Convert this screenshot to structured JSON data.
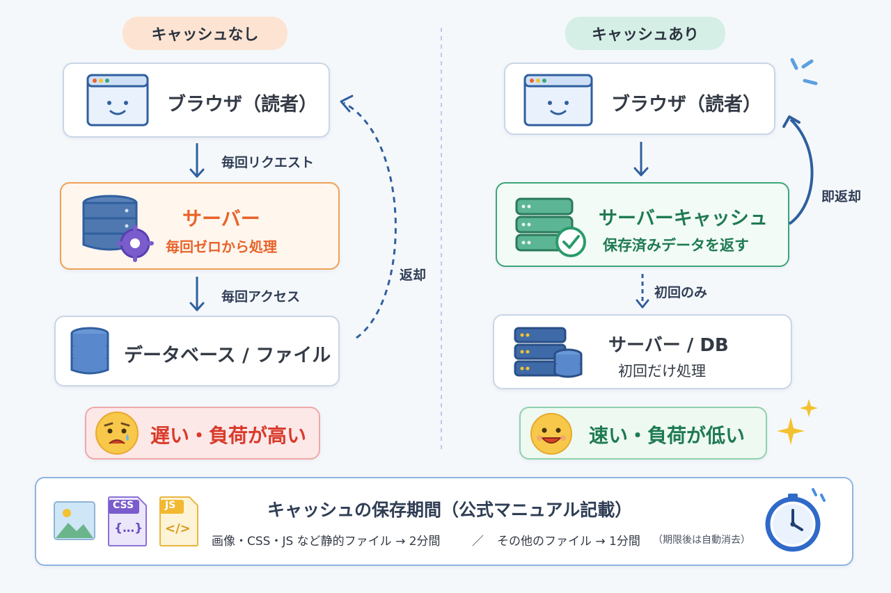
{
  "left": {
    "title": "キャッシュなし",
    "browser": "ブラウザ（読者）",
    "request_label": "毎回リクエスト",
    "server_title": "サーバー",
    "server_sub": "毎回ゼロから処理",
    "access_label": "毎回アクセス",
    "database": "データベース / ファイル",
    "return_label": "返却",
    "result": "遅い・負荷が高い"
  },
  "right": {
    "title": "キャッシュあり",
    "browser": "ブラウザ（読者）",
    "cache_title": "サーバーキャッシュ",
    "cache_sub": "保存済みデータを返す",
    "instant_label": "即返却",
    "first_only_label": "初回のみ",
    "db_title": "サーバー / DB",
    "db_sub": "初回だけ処理",
    "result": "速い・負荷が低い"
  },
  "footer": {
    "title": "キャッシュの保存期間（公式マニュアル記載）",
    "css_badge": "CSS",
    "js_badge": "JS",
    "braces": "{…}",
    "code_glyph": "</>",
    "line_static": "画像・CSS・JS など静的ファイル → 2分間",
    "separator": "／",
    "line_other": "その他のファイル → 1分間",
    "note": "（期限後は自動消去）"
  },
  "colors": {
    "arrow": "#2f5f9e",
    "server_orange": "#f0a055",
    "server_title": "#e8632a",
    "cache_green": "#3aa57a",
    "cache_title": "#1f7a52",
    "result_red": "#d83a2a",
    "result_green": "#1f7a52"
  }
}
